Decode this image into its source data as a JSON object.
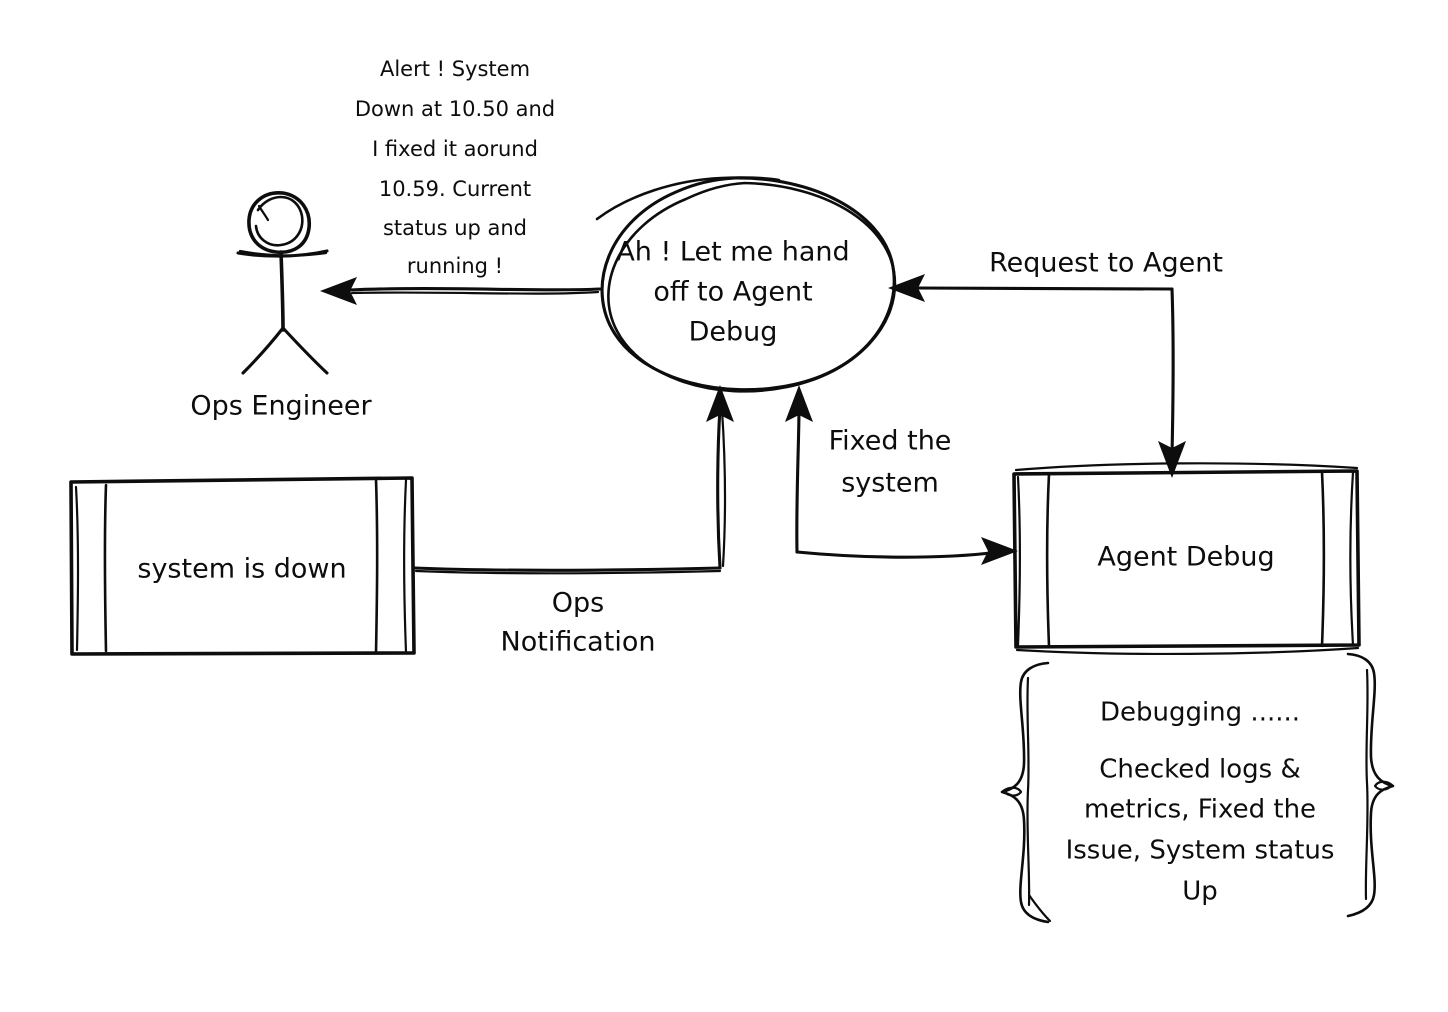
{
  "diagram": {
    "title": "Ops Engineer and Agent Debug handoff flow",
    "background_color": "#ffffff",
    "ink_color": "#0d0d0d",
    "style": "hand-drawn sketch"
  },
  "nodes": {
    "ops_engineer": {
      "label": "Ops Engineer",
      "shape": "stick-figure"
    },
    "assistant_bubble": {
      "line1": "Ah ! Let me hand",
      "line2": "off to Agent",
      "line3": "Debug",
      "shape": "ellipse"
    },
    "system_down": {
      "label": "system is down",
      "shape": "process-box"
    },
    "agent_debug": {
      "label": "Agent Debug",
      "shape": "process-box"
    },
    "debug_note": {
      "line1": "Debugging ......",
      "line2": "Checked logs &",
      "line3": "metrics, Fixed the",
      "line4": "Issue, System status",
      "line5": "Up",
      "shape": "curly-brace-note"
    }
  },
  "annotations": {
    "alert_message": {
      "line1": "Alert ! System",
      "line2": "Down at 10.50 and",
      "line3": "I fixed it aorund",
      "line4": "10.59. Current",
      "line5": "status up and",
      "line6": "running !"
    }
  },
  "edges": [
    {
      "id": "edge-ops-notification",
      "label_line1": "Ops",
      "label_line2": "Notification",
      "from": "system_down",
      "to": "assistant_bubble",
      "arrow": "single"
    },
    {
      "id": "edge-fixed-the-system",
      "label_line1": "Fixed the",
      "label_line2": "system",
      "from": "agent_debug",
      "to": "assistant_bubble",
      "arrow": "single"
    },
    {
      "id": "edge-request-to-agent",
      "label_line1": "Request to Agent",
      "from": "assistant_bubble",
      "to": "agent_debug",
      "arrow": "double"
    },
    {
      "id": "edge-report-to-ops",
      "label_line1": "",
      "from": "assistant_bubble",
      "to": "ops_engineer",
      "arrow": "single"
    }
  ]
}
